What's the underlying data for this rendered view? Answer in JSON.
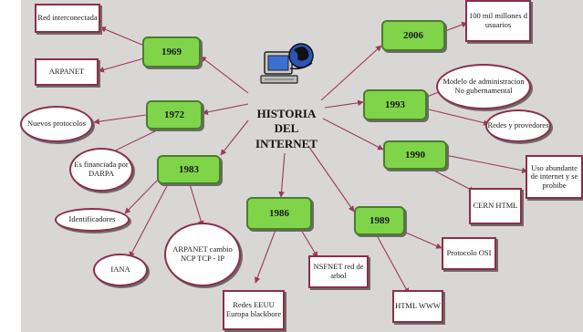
{
  "center": {
    "line1": "HISTORIA",
    "line2": "DEL",
    "line3": "INTERNET"
  },
  "years": {
    "y1969": "1969",
    "y1972": "1972",
    "y1983": "1983",
    "y1986": "1986",
    "y1989": "1989",
    "y2006": "2006",
    "y1993": "1993",
    "y1990": "1990"
  },
  "notes": {
    "red_interconectada": "Red interconectada",
    "arpanet": "ARPANET",
    "nuevos_protocolos": "Nuevos protocolos",
    "financiada_darpa": "Es financiada por DARPA",
    "identificadores": "Identificadores",
    "iana": "IANA",
    "arpanet_cambio": "ARPANET cambio NCP TCP - IP",
    "redes_eeuu": "Redes EEUU Europa blackbore",
    "nsfnet": "NSFNET red de arbol",
    "html_www": "HTML WWW",
    "protocolo_osi": "Protocolo OSI",
    "cern_html": "CERN HTML",
    "uso_abundante": "Uso abundante de internet y se prohibe",
    "redes_provedores": "Redes y provedores",
    "modelo_admin": "Modelo de administracion No gubernamental",
    "millones_usuarios": "100 mil millones d usuarios"
  },
  "colors": {
    "year_fill": "#7fd44a",
    "note_border": "#8a2f4a",
    "edge": "#9a3a5a",
    "background": "#d9d6d6"
  }
}
